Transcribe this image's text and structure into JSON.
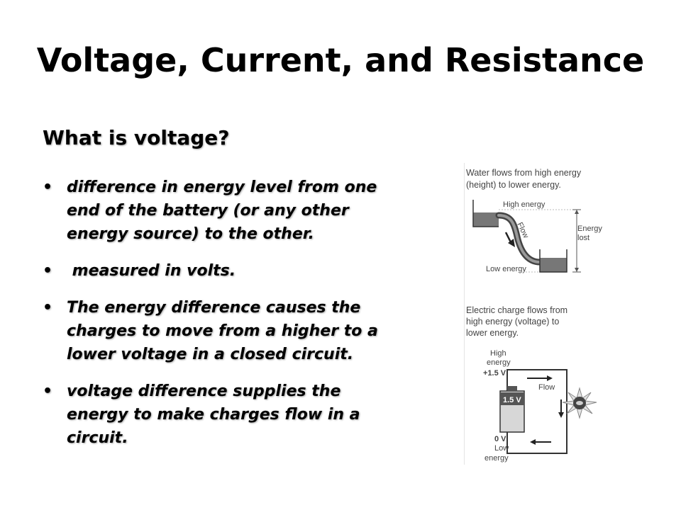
{
  "slide": {
    "title": "Voltage, Current, and Resistance",
    "subtitle": "What is voltage?",
    "bullets": [
      "difference in energy level from one end of the battery (or any other energy source) to the other.",
      " measured in volts.",
      "The energy difference causes the charges to move from a higher to a lower voltage in a closed circuit.",
      "voltage difference supplies the energy to make charges flow in a circuit."
    ]
  },
  "figure": {
    "water": {
      "caption_line1": "Water flows from high energy",
      "caption_line2": "(height) to lower energy.",
      "high_label": "High energy",
      "low_label": "Low energy",
      "flow_label": "Flow",
      "lost_line1": "Energy",
      "lost_line2": "lost"
    },
    "circuit": {
      "caption_line1": "Electric charge flows from",
      "caption_line2": "high energy (voltage) to",
      "caption_line3": "lower energy.",
      "high_line1": "High",
      "high_line2": "energy",
      "plus_voltage": "+1.5 V",
      "battery_label": "1.5 V",
      "flow_label": "Flow",
      "zero_voltage": "0 V",
      "low_line1": "Low",
      "low_line2": "energy"
    }
  }
}
